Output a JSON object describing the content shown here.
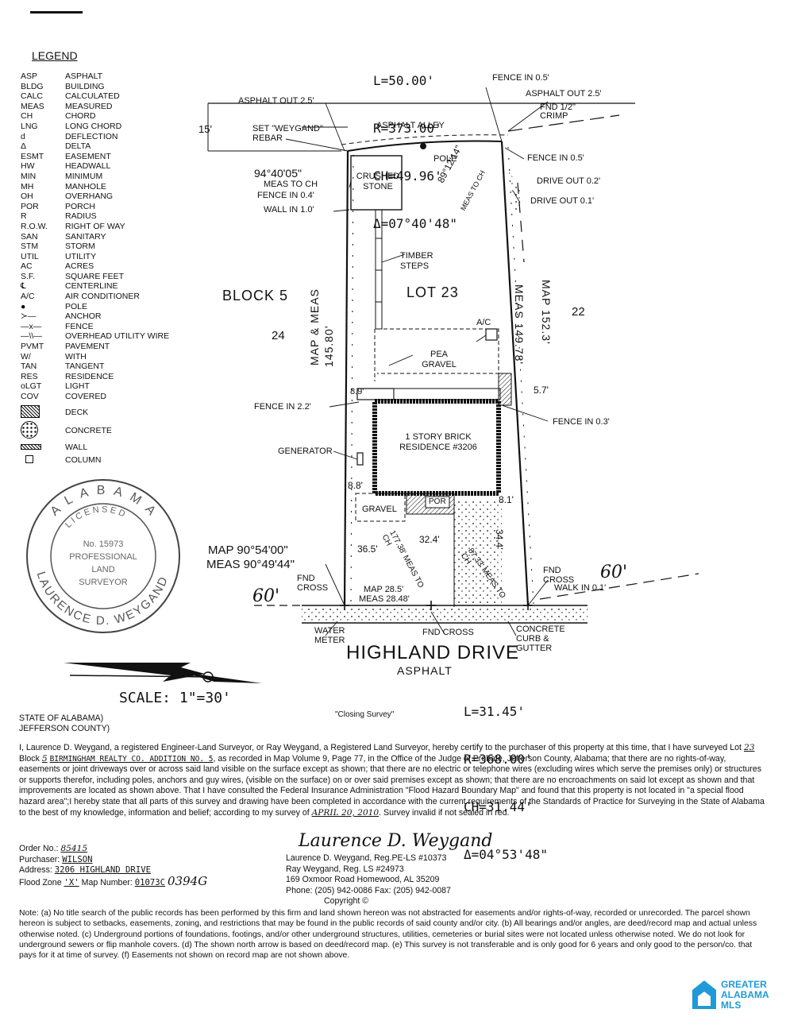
{
  "legend": {
    "title": "LEGEND",
    "items": [
      {
        "abbr": "ASP",
        "text": "ASPHALT"
      },
      {
        "abbr": "BLDG",
        "text": "BUILDING"
      },
      {
        "abbr": "CALC",
        "text": "CALCULATED"
      },
      {
        "abbr": "MEAS",
        "text": "MEASURED"
      },
      {
        "abbr": "CH",
        "text": "CHORD"
      },
      {
        "abbr": "LNG",
        "text": "LONG CHORD"
      },
      {
        "abbr": "d",
        "text": "DEFLECTION"
      },
      {
        "abbr": "Δ",
        "text": "DELTA"
      },
      {
        "abbr": "ESMT",
        "text": "EASEMENT"
      },
      {
        "abbr": "HW",
        "text": "HEADWALL"
      },
      {
        "abbr": "MIN",
        "text": "MINIMUM"
      },
      {
        "abbr": "MH",
        "text": "MANHOLE"
      },
      {
        "abbr": "OH",
        "text": "OVERHANG"
      },
      {
        "abbr": "POR",
        "text": "PORCH"
      },
      {
        "abbr": "R",
        "text": "RADIUS"
      },
      {
        "abbr": "R.O.W.",
        "text": "RIGHT OF WAY"
      },
      {
        "abbr": "SAN",
        "text": "SANITARY"
      },
      {
        "abbr": "STM",
        "text": "STORM"
      },
      {
        "abbr": "UTIL",
        "text": "UTILITY"
      },
      {
        "abbr": "AC",
        "text": "ACRES"
      },
      {
        "abbr": "S.F.",
        "text": "SQUARE FEET"
      },
      {
        "abbr": "℄",
        "text": "CENTERLINE"
      },
      {
        "abbr": "A/C",
        "text": "AIR CONDITIONER"
      },
      {
        "abbr": "●",
        "text": "POLE"
      },
      {
        "abbr": "≻—",
        "text": "ANCHOR"
      },
      {
        "abbr": "—x—",
        "text": "FENCE"
      },
      {
        "abbr": "—\\\\—",
        "text": "OVERHEAD UTILITY WIRE"
      },
      {
        "abbr": "PVMT",
        "text": "PAVEMENT"
      },
      {
        "abbr": "W/",
        "text": "WITH"
      },
      {
        "abbr": "TAN",
        "text": "TANGENT"
      },
      {
        "abbr": "RES",
        "text": "RESIDENCE"
      },
      {
        "abbr": "oLGT",
        "text": "LIGHT"
      },
      {
        "abbr": "COV",
        "text": "COVERED"
      }
    ],
    "symbols": [
      {
        "icon": "deck-hatch-icon",
        "text": "DECK"
      },
      {
        "icon": "concrete-circle-icon",
        "text": "CONCRETE"
      },
      {
        "icon": "wall-hatch-icon",
        "text": "WALL"
      },
      {
        "icon": "column-square-icon",
        "text": "COLUMN"
      }
    ]
  },
  "top_curve": [
    "L=50.00'",
    "R=373.00'",
    "CH=49.96'",
    "Δ=07°40'48\""
  ],
  "bottom_curve": [
    "L=31.45'",
    "R=368.00'",
    "CH=31.44'",
    "Δ=04°53'48\""
  ],
  "labels": {
    "asphalt_out_left": "ASPHALT OUT 2.5'",
    "fence_in_05_top": "FENCE IN 0.5'",
    "asphalt_out_right": "ASPHALT OUT 2.5'",
    "fnd_crimp": "FND 1/2\" CRIMP",
    "dim_15": "15'",
    "set_rebar": "SET \"WEYGAND\" REBAR",
    "asphalt_alley": "ASPHALT ALLEY",
    "pole": "POLE",
    "fence_in_05_right": "FENCE IN 0.5'",
    "angle_left": "94°40'05\"",
    "meas_to_ch_left": "MEAS TO CH",
    "fence_in_04": "FENCE IN 0.4'",
    "wall_in": "WALL IN 1.0'",
    "crushed_stone": "CRUSHED STONE",
    "angle_right": "89°12'14\"",
    "meas_to_ch_right": "MEAS TO CH",
    "drive_out_02": "DRIVE OUT 0.2'",
    "drive_out_01": "DRIVE OUT 0.1'",
    "timber_steps": "TIMBER STEPS",
    "block": "BLOCK 5",
    "lot": "LOT 23",
    "lot_24": "24",
    "lot_22": "22",
    "map_meas_left": "MAP & MEAS",
    "left_len": "145.80'",
    "map_right": "MAP 152.3'",
    "meas_right": "MEAS 149.78'",
    "ac": "A/C",
    "pea_gravel": "PEA GRAVEL",
    "dim_89": "8.9'",
    "dim_57": "5.7'",
    "fence_in_22": "FENCE IN 2.2'",
    "fence_in_03": "FENCE IN 0.3'",
    "residence": "1 STORY BRICK RESIDENCE #3206",
    "generator": "GENERATOR",
    "dim_88": "8.8'",
    "dim_81": "8.1'",
    "gravel": "GRAVEL",
    "por": "POR",
    "dim_365": "36.5'",
    "dim_324": "32.4'",
    "diag_177": "177.38' MEAS TO CH",
    "diag_87": "87.33' MEAS TO CH",
    "dim_344": "34.4'",
    "map_angle": "MAP 90°54'00\"",
    "meas_angle": "MEAS 90°49'44\"",
    "fnd_cross_left": "FND CROSS",
    "fnd_cross_right": "FND CROSS",
    "walk_in": "WALK IN 0.1'",
    "row_left": "60'",
    "row_right": "60'",
    "map_front": "MAP 28.5'",
    "meas_front": "MEAS 28.48'",
    "water_meter": "WATER METER",
    "fnd_cross_bottom": "FND CROSS",
    "curb_gutter": "CONCRETE CURB & GUTTER",
    "street": "HIGHLAND DRIVE",
    "asphalt": "ASPHALT",
    "scale": "SCALE: 1\"=30'",
    "closing": "\"Closing Survey\""
  },
  "seal": {
    "outer_top": "ALABAMA",
    "licensed": "LICENSED",
    "no": "No. 15973",
    "professional": "PROFESSIONAL",
    "land": "LAND",
    "surveyor": "SURVEYOR",
    "outer_bottom": "LAURENCE D. WEYGAND"
  },
  "state": [
    "STATE OF ALABAMA)",
    "JEFFERSON COUNTY)"
  ],
  "cert": {
    "p1": "I, Laurence D. Weygand, a registered Engineer-Land Surveyor, or Ray Weygand, a Registered Land Surveyor, hereby certify to the purchaser of this property at this time, that I have surveyed Lot",
    "lot": "23",
    "p2": "Block",
    "block": "5",
    "sub": "BIRMINGHAM REALTY CO. ADDITION NO. 5",
    "p3": ", as recorded in Map Volume 9, Page 77, in the Office of the Judge of Probate, Jefferson County, Alabama; that there are no rights-of-way, easements or joint driveways over or across said land visible on the surface except as shown; that there are no electric or telephone wires (excluding wires which serve the premises only) or structures or supports therefor, including poles, anchors and guy wires, (visible on the surface) on or over said premises except as shown; that there are no encroachments on said lot except as shown and that improvements are located as shown above. That I have consulted the Federal Insurance Administration \"Flood Hazard Boundary Map\" and found that this property is not located in \"a special flood hazard area\";I hereby state that all parts of this survey and drawing have been completed in accordance with the current requirements of the Standards of Practice for Surveying in the State of Alabama to the best of my knowledge, information and belief; according to my survey of",
    "date": "APRIL 20, 2010",
    "p4": ". Survey invalid if not sealed in red."
  },
  "order": {
    "order_label": "Order No.:",
    "order_value": "85415",
    "purchaser_label": "Purchaser:",
    "purchaser_value": "WILSON",
    "address_label": "Address:",
    "address_value": "3206 HIGHLAND DRIVE",
    "flood_label": "Flood Zone",
    "flood_value": "'X'",
    "map_label": "Map Number:",
    "map_value": "01073C",
    "map_suffix": "0394G"
  },
  "surveyor": {
    "signature": "Laurence D. Weygand",
    "lines": [
      "Laurence D. Weygand, Reg.PE-LS #10373",
      "Ray Weygand, Reg. LS #24973",
      "169 Oxmoor Road Homewood, AL  35209",
      "Phone: (205) 942-0086 Fax: (205) 942-0087",
      "Copyright ©"
    ]
  },
  "note": "Note: (a) No title search of the public records has been performed by this firm and land shown hereon was not abstracted for easements and/or rights-of-way, recorded or unrecorded. The parcel shown hereon is subject to setbacks, easements, zoning, and restrictions that may be found in the public records of said county and/or city. (b) All bearings and/or angles, are deed/record map and actual unless otherwise noted. (c) Underground portions of foundations, footings, and/or other underground structures, utilities, cemeteries or burial sites were not located unless otherwise noted. We do not look for underground sewers or flip manhole covers. (d) The shown north arrow is based on deed/record map.  (e) This survey is not transferable and is only good for 6 years and only good to the person/co. that pays for it at time of survey.  (f) Easements not shown on record map are not shown above.",
  "watermark": {
    "line1": "GREATER",
    "line2": "ALABAMA",
    "line3": "MLS",
    "color": "#1e9bd7"
  }
}
